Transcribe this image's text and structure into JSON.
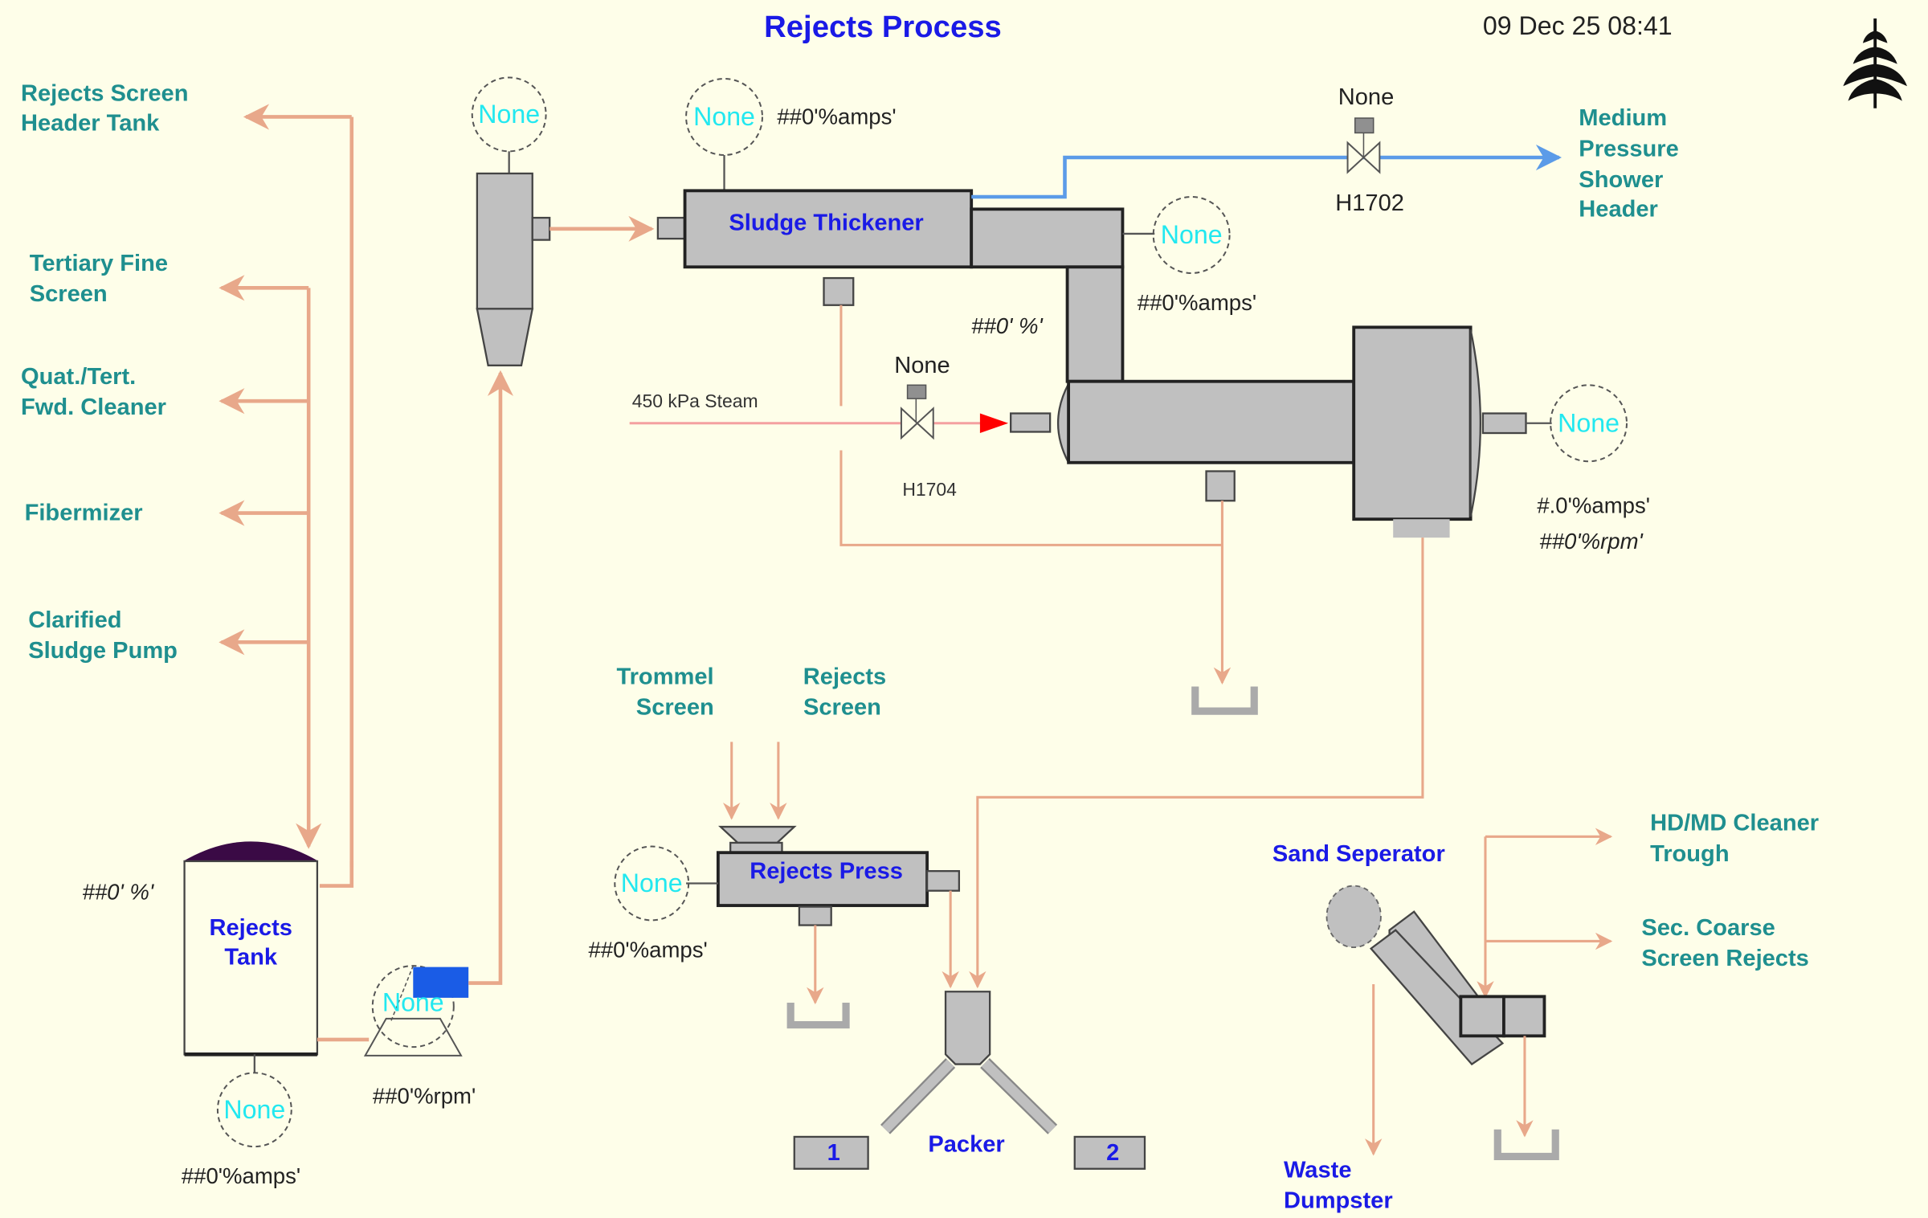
{
  "header": {
    "title": "Rejects Process",
    "timestamp": "09 Dec 25 08:41",
    "logo": "fern-logo-icon"
  },
  "colors": {
    "background": "#fefee9",
    "source_label": "#1f8f8f",
    "equipment_label": "#1a1ae6",
    "indicator_text": "#22e8f0",
    "pipe": "#e8a88a",
    "water_pipe": "#5b9be8",
    "steam_pipe": "#f4a0a0",
    "steam_arrow": "#ff0000",
    "equipment_fill": "#c0c0c0",
    "tank_dome": "#3a0a45",
    "pump_motor": "#1a5ce6"
  },
  "sources": {
    "rejects_screen_header_tank": [
      "Rejects Screen",
      "Header Tank"
    ],
    "tertiary_fine_screen": [
      "Tertiary Fine",
      "Screen"
    ],
    "quat_tert_fwd_cleaner": [
      "Quat./Tert.",
      "Fwd. Cleaner"
    ],
    "fibermizer": [
      "Fibermizer"
    ],
    "clarified_sludge_pump": [
      "Clarified",
      "Sludge Pump"
    ],
    "medium_pressure_shower_header": [
      "Medium",
      "Pressure",
      "Shower",
      "Header"
    ],
    "trommel_screen": [
      "Trommel",
      "Screen"
    ],
    "rejects_screen": [
      "Rejects",
      "Screen"
    ],
    "hdmd_cleaner_trough": [
      "HD/MD Cleaner",
      "Trough"
    ],
    "sec_coarse_screen_rejects": [
      "Sec. Coarse",
      "Screen Rejects"
    ]
  },
  "equipment": {
    "sludge_thickener": "Sludge Thickener",
    "rejects_tank": [
      "Rejects",
      "Tank"
    ],
    "rejects_press": "Rejects Press",
    "packer": "Packer",
    "packer_bin_1": "1",
    "packer_bin_2": "2",
    "sand_separator": "Sand Seperator",
    "waste_dumpster": [
      "Waste",
      "Dumpster"
    ]
  },
  "steam": {
    "label": "450 kPa Steam"
  },
  "valves": {
    "h1702": {
      "tag": "H1702",
      "status": "None"
    },
    "h1704": {
      "tag": "H1704",
      "status": "None"
    }
  },
  "indicators": {
    "cleaner_top": {
      "status": "None"
    },
    "thickener_motor": {
      "status": "None",
      "value": "##0'%amps'"
    },
    "screw_motor": {
      "status": "None",
      "value": "##0'%amps'"
    },
    "screw_value": {
      "value": "##0' %'"
    },
    "press_drive": {
      "status": "None",
      "value": "#.0'%amps'",
      "value2": "##0'%rpm'"
    },
    "rejects_press_motor": {
      "status": "None",
      "value": "##0'%amps'"
    },
    "tank_level": {
      "value": "##0' %'"
    },
    "tank_agitator": {
      "status": "None",
      "value": "##0'%amps'"
    },
    "rejects_pump": {
      "status": "None",
      "value": "##0'%rpm'"
    }
  }
}
